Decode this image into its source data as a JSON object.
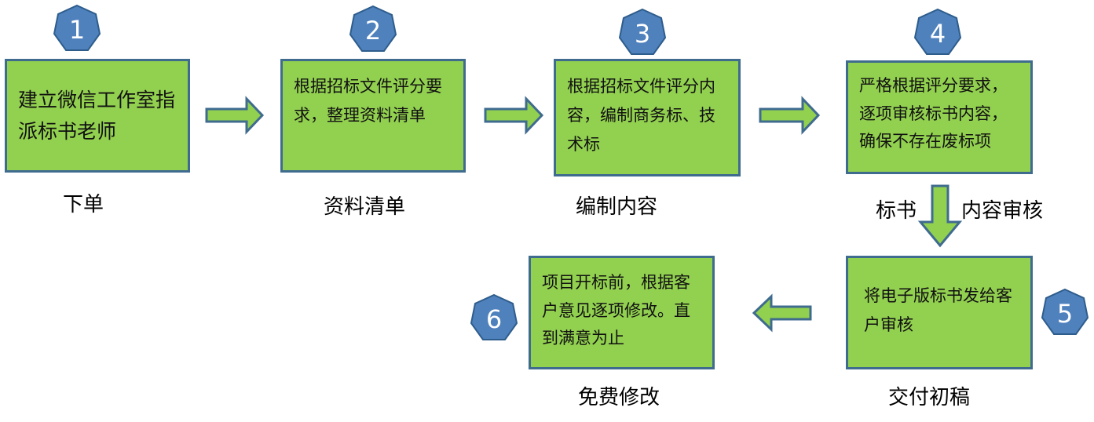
{
  "steps": [
    {
      "number": "1",
      "text": "建立微信工作室指派标书老师",
      "caption": "下单"
    },
    {
      "number": "2",
      "text": "根据招标文件评分要求，整理资料清单",
      "caption": "资料清单"
    },
    {
      "number": "3",
      "text": "根据招标文件评分内容，编制商务标、技术标",
      "caption": "编制内容"
    },
    {
      "number": "4",
      "text": "严格根据评分要求，逐项审核标书内容，确保不存在废标项",
      "caption_left": "标书",
      "caption_right": "内容审核"
    },
    {
      "number": "5",
      "text": "将电子版标书发给客户审核",
      "caption": "交付初稿"
    },
    {
      "number": "6",
      "text": "项目开标前，根据客户意见逐项修改。直到满意为止",
      "caption": "免费修改"
    }
  ],
  "colors": {
    "box_fill": "#92d050",
    "box_border": "#3f6b8f",
    "badge_fill": "#4f81bd",
    "badge_border": "#2e5d8c",
    "arrow_fill": "#92d050",
    "arrow_border": "#3f6b8f"
  }
}
